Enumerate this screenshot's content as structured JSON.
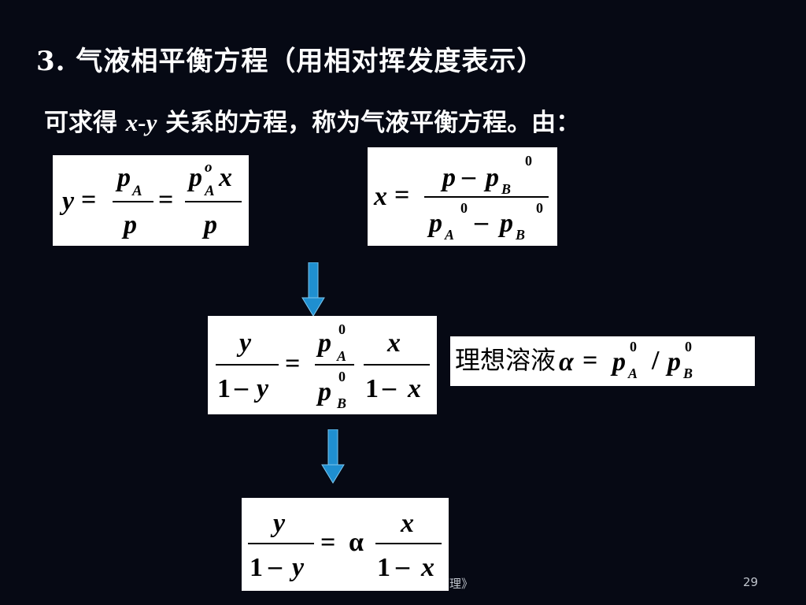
{
  "slide": {
    "title": "3. 气液相平衡方程（用相对挥发度表示）",
    "intro_before": "可求得 ",
    "intro_var": "x-y",
    "intro_after": " 关系的方程，称为气液平衡方程。由：",
    "ideal_solution_label": "理想溶液",
    "footer_text": "原理》",
    "page_number": "29"
  },
  "colors": {
    "background": "#060914",
    "box": "#ffffff",
    "arrow": "#1f8fd0"
  }
}
